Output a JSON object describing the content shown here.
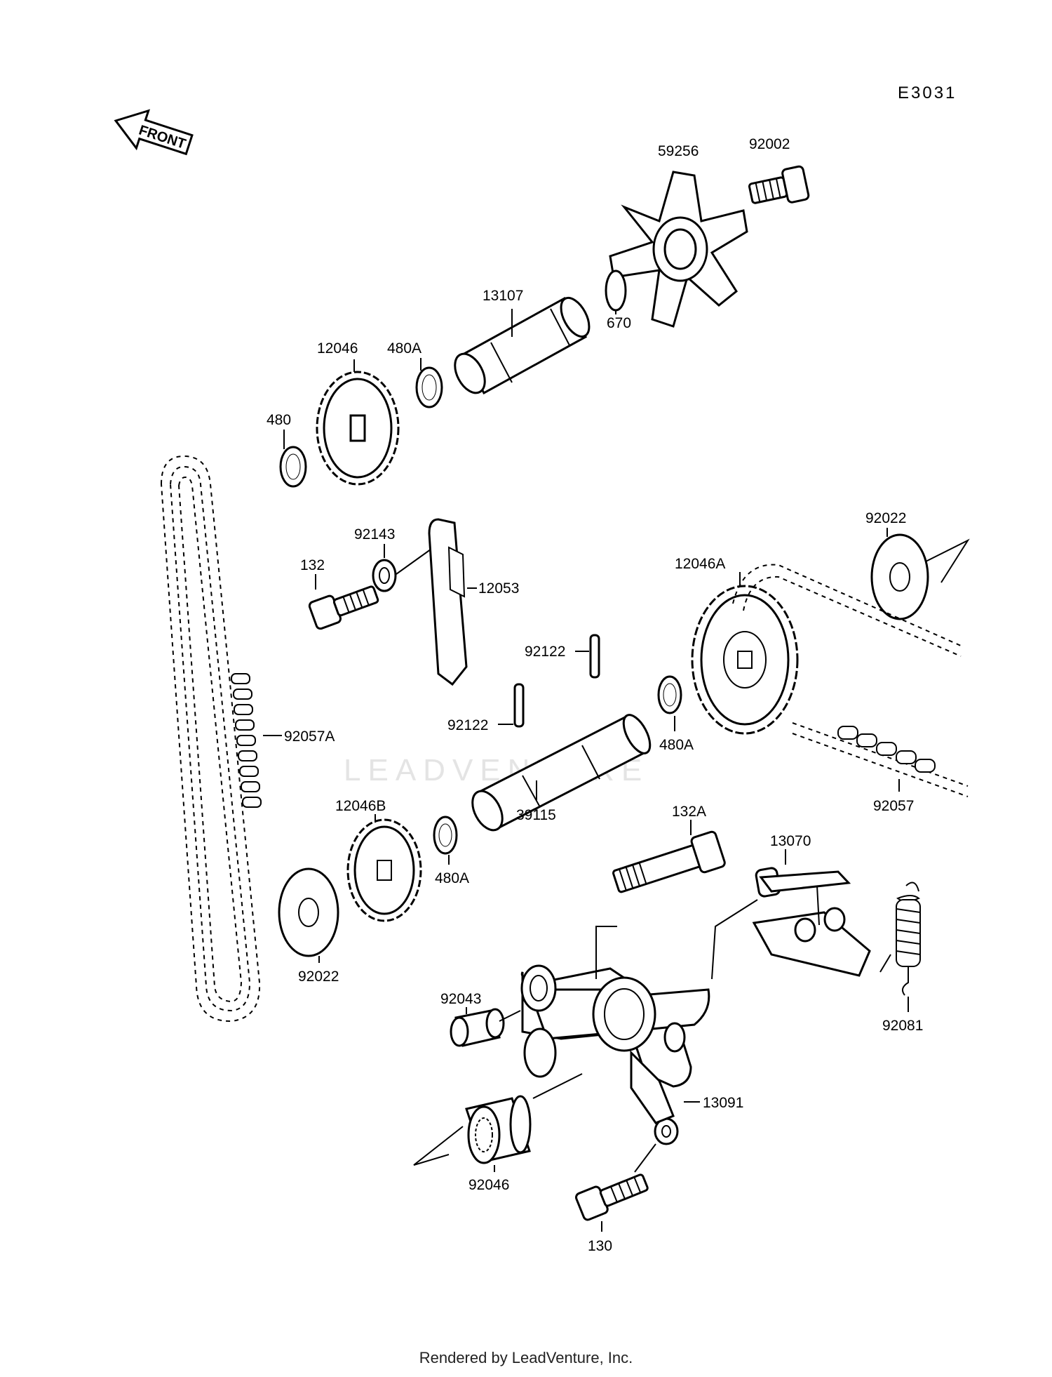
{
  "diagram_code": "E3031",
  "front_arrow_label": "FRONT",
  "watermark": "LEADVENTURE",
  "footer": "Rendered by LeadVenture, Inc.",
  "part_labels": {
    "p59256": "59256",
    "p92002": "92002",
    "p13107": "13107",
    "p670": "670",
    "p12046": "12046",
    "p480A_top": "480A",
    "p480": "480",
    "p92143": "92143",
    "p12053": "12053",
    "p132": "132",
    "p92022_right": "92022",
    "p12046A": "12046A",
    "p92122_upper": "92122",
    "p92122_lower": "92122",
    "p92057A": "92057A",
    "p480A_mid": "480A",
    "p12046B": "12046B",
    "p39115": "39115",
    "p92057": "92057",
    "p132A": "132A",
    "p13070": "13070",
    "p480A_low": "480A",
    "p92022_left": "92022",
    "p92043": "92043",
    "p92081": "92081",
    "p13091": "13091",
    "p92046": "92046",
    "p130": "130"
  }
}
